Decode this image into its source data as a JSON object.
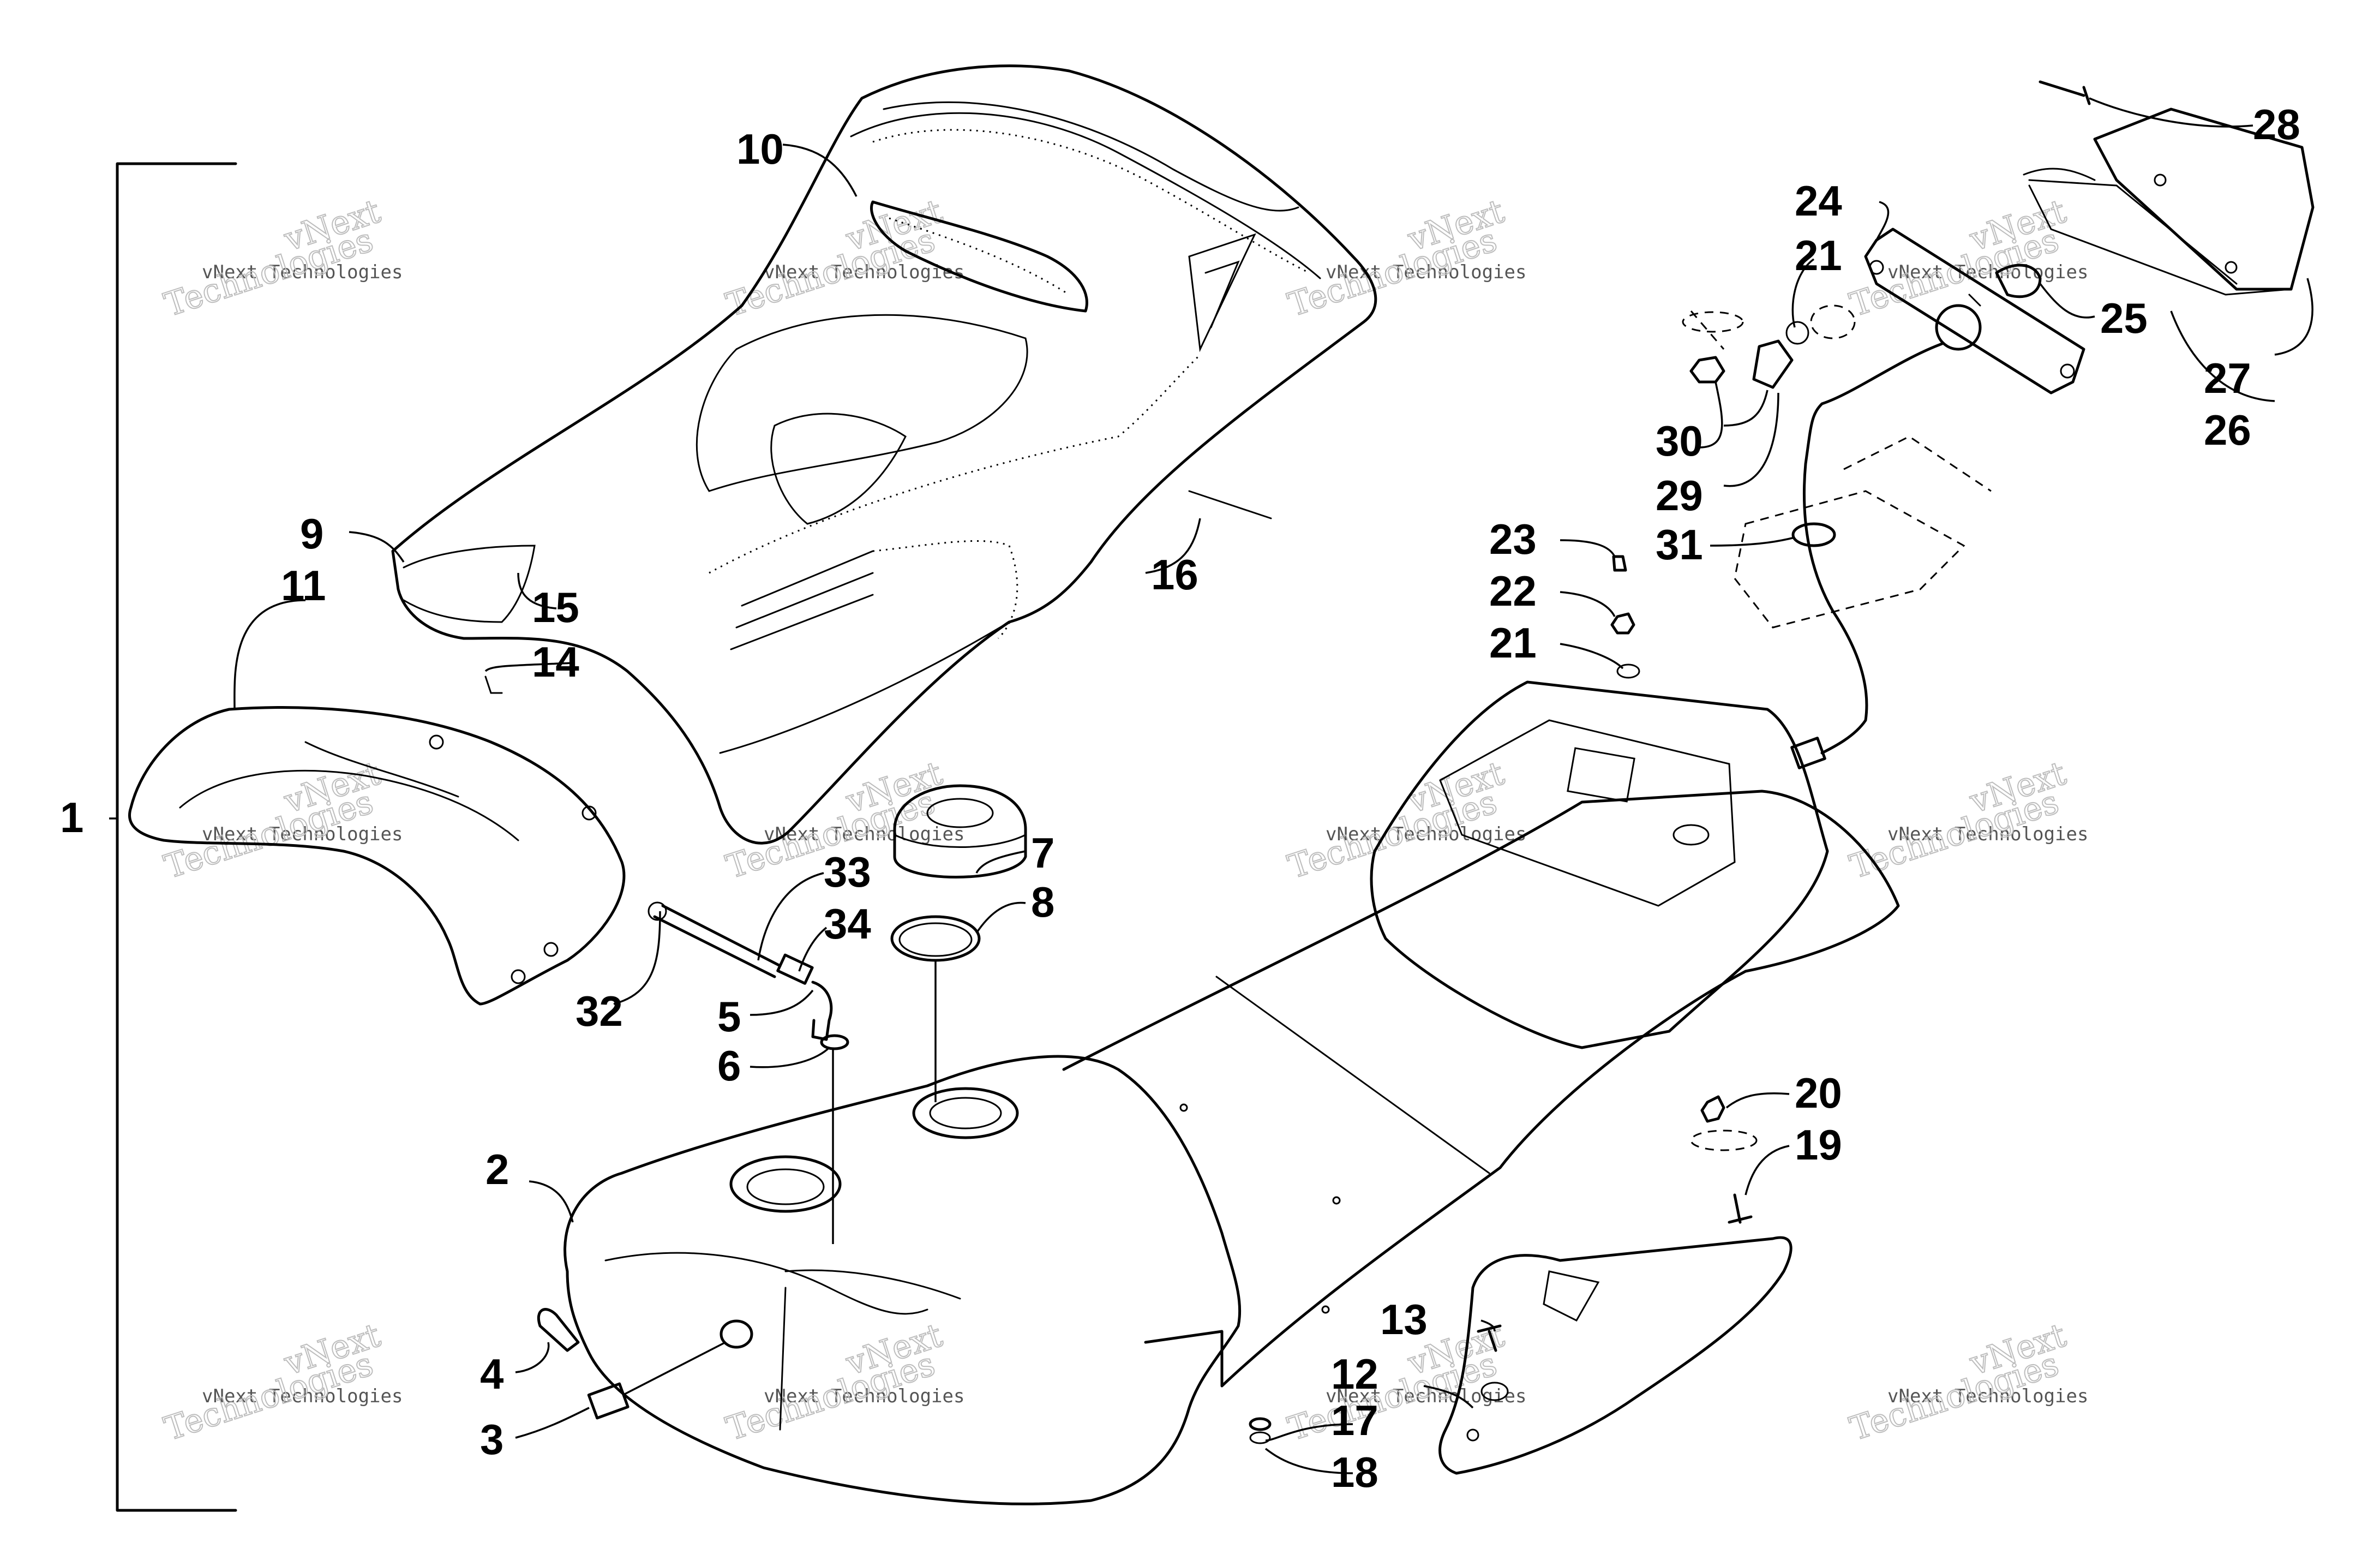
{
  "diagram": {
    "callouts": [
      "1",
      "2",
      "3",
      "4",
      "5",
      "6",
      "7",
      "8",
      "9",
      "10",
      "11",
      "12",
      "13",
      "14",
      "15",
      "16",
      "17",
      "18",
      "19",
      "20",
      "21",
      "21",
      "22",
      "23",
      "24",
      "25",
      "26",
      "27",
      "28",
      "29",
      "30",
      "31",
      "32",
      "33",
      "34"
    ],
    "watermark": {
      "line1": "vNext Technologies",
      "line2": "vNext",
      "line3": "Technologies"
    }
  }
}
